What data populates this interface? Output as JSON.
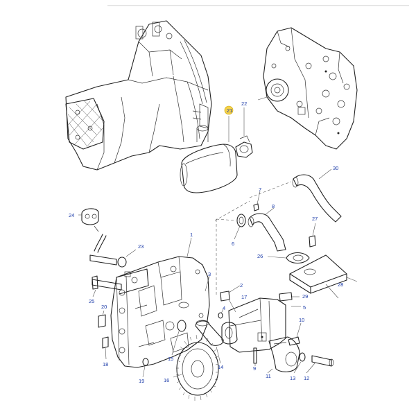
{
  "callouts": [
    {
      "id": "c1",
      "text": "1"
    },
    {
      "id": "c2",
      "text": "2"
    },
    {
      "id": "c3",
      "text": "3"
    },
    {
      "id": "c4",
      "text": "4"
    },
    {
      "id": "c5",
      "text": "5"
    },
    {
      "id": "c6",
      "text": "6"
    },
    {
      "id": "c7",
      "text": "7"
    },
    {
      "id": "c8",
      "text": "8"
    },
    {
      "id": "c9",
      "text": "9"
    },
    {
      "id": "c10",
      "text": "10"
    },
    {
      "id": "c11",
      "text": "11"
    },
    {
      "id": "c12",
      "text": "12"
    },
    {
      "id": "c13",
      "text": "13"
    },
    {
      "id": "c14",
      "text": "14"
    },
    {
      "id": "c15",
      "text": "15"
    },
    {
      "id": "c16",
      "text": "16"
    },
    {
      "id": "c17",
      "text": "17"
    },
    {
      "id": "c18",
      "text": "18"
    },
    {
      "id": "c19",
      "text": "19"
    },
    {
      "id": "c20",
      "text": "20"
    },
    {
      "id": "c21",
      "text": "21"
    },
    {
      "id": "c22",
      "text": "22"
    },
    {
      "id": "c23",
      "text": "23"
    },
    {
      "id": "c24",
      "text": "24"
    },
    {
      "id": "c25",
      "text": "25"
    },
    {
      "id": "c26",
      "text": "26"
    },
    {
      "id": "c27",
      "text": "27"
    },
    {
      "id": "c28",
      "text": "28"
    },
    {
      "id": "c29",
      "text": "29"
    },
    {
      "id": "c30",
      "text": "30"
    }
  ],
  "highlighted_part": "21",
  "colors": {
    "line": "#222222",
    "callout_text": "#1a3aa8",
    "highlight": "#f5d24a"
  }
}
